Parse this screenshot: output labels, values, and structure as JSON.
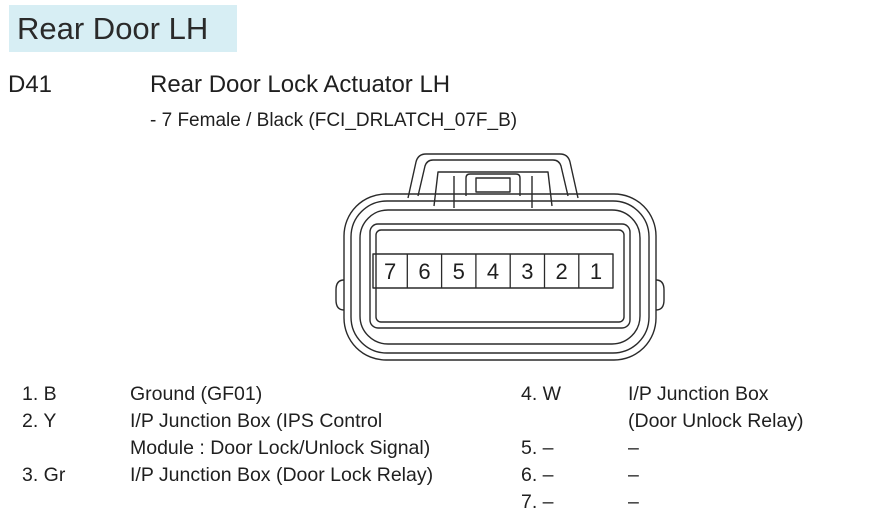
{
  "section": {
    "title": "Rear Door LH"
  },
  "connector": {
    "code": "D41",
    "name": "Rear Door Lock Actuator LH",
    "spec": "- 7 Female / Black (FCI_DRLATCH_07F_B)",
    "pin_numbers": [
      "7",
      "6",
      "5",
      "4",
      "3",
      "2",
      "1"
    ]
  },
  "pins_left": [
    {
      "no": "1. B",
      "desc": [
        "Ground (GF01)"
      ]
    },
    {
      "no": "2. Y",
      "desc": [
        "I/P Junction Box (IPS Control",
        "Module :  Door Lock/Unlock Signal)"
      ]
    },
    {
      "no": "3. Gr",
      "desc": [
        "I/P Junction Box (Door Lock Relay)"
      ]
    }
  ],
  "pins_right": [
    {
      "no": "4. W",
      "desc": [
        "I/P Junction Box",
        "(Door Unlock Relay)"
      ]
    },
    {
      "no": "5. –",
      "desc": [
        "–"
      ]
    },
    {
      "no": "6. –",
      "desc": [
        "–"
      ]
    },
    {
      "no": "7. –",
      "desc": [
        "–"
      ]
    }
  ]
}
